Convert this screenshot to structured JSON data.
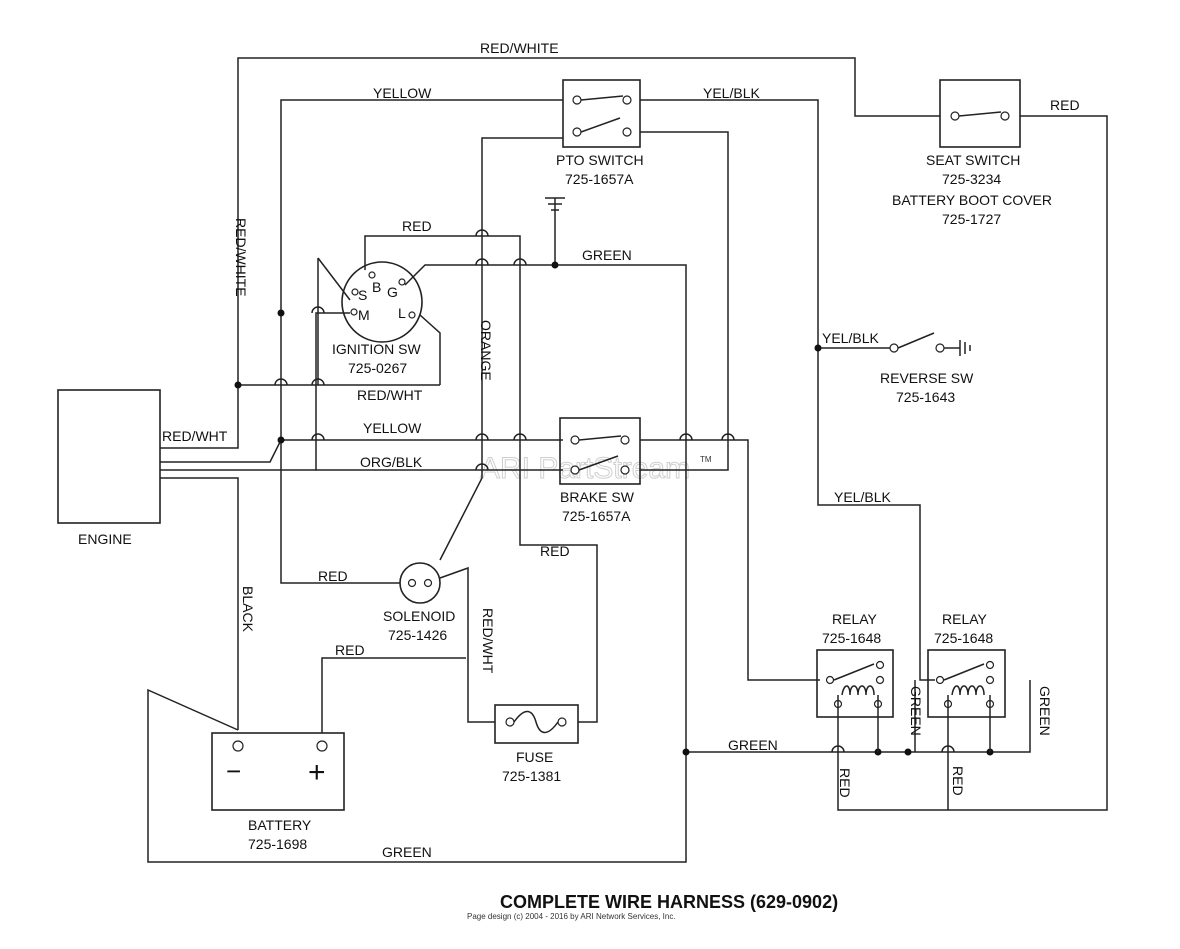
{
  "title": "COMPLETE WIRE HARNESS (629-0902)",
  "footer": "Page design (c) 2004 - 2016 by ARI Network Services, Inc.",
  "watermark": "ARI PartStream",
  "watermark_tm": "TM",
  "components": {
    "engine": {
      "name": "ENGINE"
    },
    "pto_switch": {
      "name": "PTO SWITCH",
      "part": "725-1657A"
    },
    "seat_switch": {
      "name": "SEAT SWITCH",
      "part": "725-3234",
      "extra": "BATTERY BOOT COVER",
      "extra_part": "725-1727"
    },
    "ignition_sw": {
      "name": "IGNITION SW",
      "part": "725-0267",
      "terminals": [
        "S",
        "B",
        "G",
        "M",
        "L"
      ]
    },
    "reverse_sw": {
      "name": "REVERSE SW",
      "part": "725-1643"
    },
    "brake_sw": {
      "name": "BRAKE SW",
      "part": "725-1657A"
    },
    "solenoid": {
      "name": "SOLENOID",
      "part": "725-1426"
    },
    "fuse": {
      "name": "FUSE",
      "part": "725-1381"
    },
    "battery": {
      "name": "BATTERY",
      "part": "725-1698",
      "neg": "−",
      "pos": "+"
    },
    "relay1": {
      "name": "RELAY",
      "part": "725-1648"
    },
    "relay2": {
      "name": "RELAY",
      "part": "725-1648"
    }
  },
  "wire_labels": {
    "red_white_top": "RED/WHITE",
    "yellow_top": "YELLOW",
    "yel_blk_top": "YEL/BLK",
    "red_seat": "RED",
    "red_white_vert": "RED/WHITE",
    "red_ign": "RED",
    "green_ign": "GREEN",
    "orange": "ORANGE",
    "yel_blk_rev": "YEL/BLK",
    "red_wht_ign": "RED/WHT",
    "red_wht_engine": "RED/WHT",
    "yellow_mid": "YELLOW",
    "org_blk": "ORG/BLK",
    "yel_blk_relay": "YEL/BLK",
    "red_fuse": "RED",
    "black": "BLACK",
    "red_solenoid": "RED",
    "red_wht_solenoid": "RED/WHT",
    "red_battery": "RED",
    "green_relay": "GREEN",
    "green_relay1": "GREEN",
    "green_relay2": "GREEN",
    "red_relay1": "RED",
    "red_relay2": "RED",
    "green_bottom": "GREEN"
  }
}
